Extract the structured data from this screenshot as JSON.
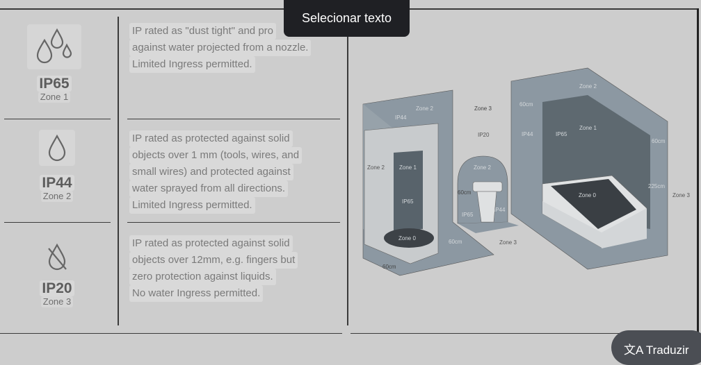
{
  "tooltip": {
    "label": "Selecionar texto"
  },
  "translate_button": {
    "label": "Traduzir",
    "icon": "translate-icon"
  },
  "rows": [
    {
      "code": "IP65",
      "zone": "Zone 1",
      "icon": "three-drops-icon",
      "lines": [
        "IP rated as \"dust tight\" and pro",
        "against water projected from a nozzle.",
        "Limited Ingress permitted."
      ]
    },
    {
      "code": "IP44",
      "zone": "Zone 2",
      "icon": "drop-icon",
      "lines": [
        "IP rated as protected against solid",
        "objects over 1 mm (tools, wires, and",
        "small wires) and protected against",
        "water sprayed from all directions.",
        "Limited Ingress permitted."
      ]
    },
    {
      "code": "IP20",
      "zone": "Zone 3",
      "icon": "no-drop-icon",
      "lines": [
        "IP rated as protected against solid",
        "objects over 12mm, e.g. fingers but",
        "zero protection against liquids.",
        "No water Ingress permitted."
      ]
    }
  ],
  "diagram": {
    "shower": {
      "zone2_top": "Zone 2",
      "ip44": "IP44",
      "zone2_side": "Zone 2",
      "zone1": "Zone 1",
      "ip65": "IP65",
      "zone0": "Zone 0",
      "dim_floor": "60cm",
      "dim_side": "60cm"
    },
    "basin": {
      "zone3": "Zone 3",
      "ip20": "IP20",
      "zone2": "Zone 2",
      "dim": "60cm",
      "ip65": "IP65",
      "ip44": "IP44",
      "zone3_floor": "Zone 3"
    },
    "bath": {
      "zone2": "Zone 2",
      "dim_top": "60cm",
      "ip44": "IP44",
      "ip65": "IP65",
      "zone1": "Zone 1",
      "dim_right": "60cm",
      "dim_height": "225cm",
      "zone0": "Zone 0",
      "zone3": "Zone 3"
    }
  }
}
